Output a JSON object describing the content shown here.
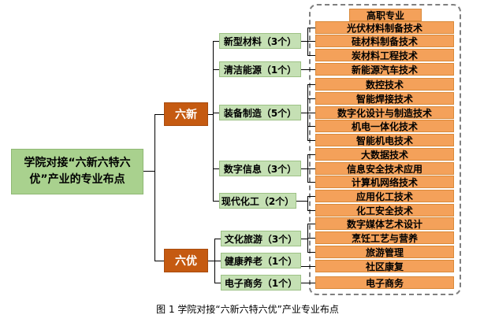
{
  "diagram": {
    "root_line1": "学院对接“六新六特六",
    "root_line2": "优”产业的专业布点",
    "categories": {
      "xinxin": "六新",
      "liuyou": "六优"
    },
    "header": "高职专业",
    "groups": [
      {
        "label": "新型材料（3个）",
        "majors": [
          "光伏材料制备技术",
          "硅材料制备技术",
          "炭材料工程技术"
        ]
      },
      {
        "label": "清洁能源（1个）",
        "majors": [
          "新能源汽车技术"
        ]
      },
      {
        "label": "装备制造（5个）",
        "majors": [
          "数控技术",
          "智能焊接技术",
          "数字化设计与制造技术",
          "机电一体化技术",
          "智能机电技术"
        ]
      },
      {
        "label": "数字信息（3个）",
        "majors": [
          "大数据技术",
          "信息安全技术应用",
          "计算机网络技术"
        ]
      },
      {
        "label": "现代化工（2个）",
        "majors": [
          "应用化工技术",
          "化工安全技术"
        ]
      },
      {
        "label": "文化旅游（3个）",
        "majors": [
          "数字媒体艺术设计",
          "烹饪工艺与营养",
          "旅游管理"
        ]
      },
      {
        "label": "健康养老（1个）",
        "majors": [
          "社区康复"
        ]
      },
      {
        "label": "电子商务（1个）",
        "majors": [
          "电子商务"
        ]
      }
    ],
    "caption": "图 1  学院对接“六新六特六优”产业专业布点"
  }
}
